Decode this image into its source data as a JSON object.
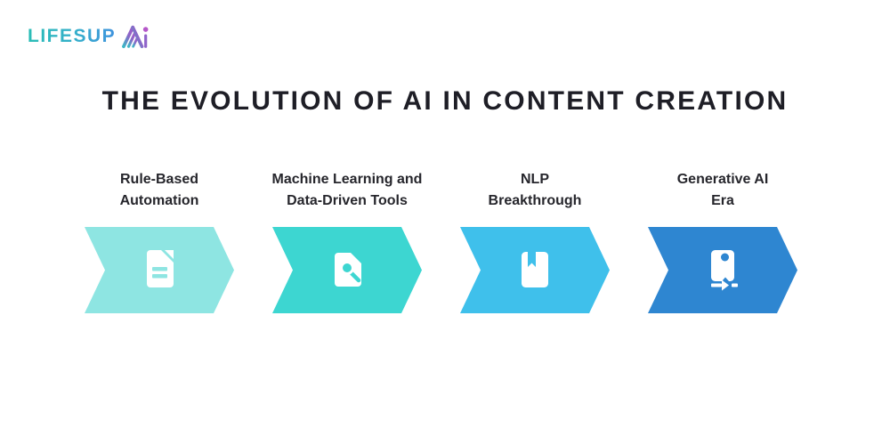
{
  "logo": {
    "text": "LIFESUP",
    "mark": "ai-monogram",
    "gradient_start": "#2ABDB6",
    "gradient_end": "#3F92DE",
    "mark_gradient_start": "#3BB7C6",
    "mark_gradient_end": "#A45BC8",
    "mark_dot_color": "#B557C9"
  },
  "title": {
    "text": "THE EVOLUTION OF AI IN CONTENT CREATION",
    "color": "#1E1E26"
  },
  "stages": [
    {
      "label_lines": [
        "Rule-Based",
        "Automation"
      ],
      "color": "#8EE5E2",
      "icon": "document-icon"
    },
    {
      "label_lines": [
        "Machine Learning and",
        "Data-Driven Tools"
      ],
      "color": "#3DD6D1",
      "icon": "document-search-icon"
    },
    {
      "label_lines": [
        "NLP",
        "Breakthrough"
      ],
      "color": "#3FC0EB",
      "icon": "book-bookmark-icon"
    },
    {
      "label_lines": [
        "Generative AI",
        "Era"
      ],
      "color": "#2E86D1",
      "icon": "drive-export-icon"
    }
  ]
}
